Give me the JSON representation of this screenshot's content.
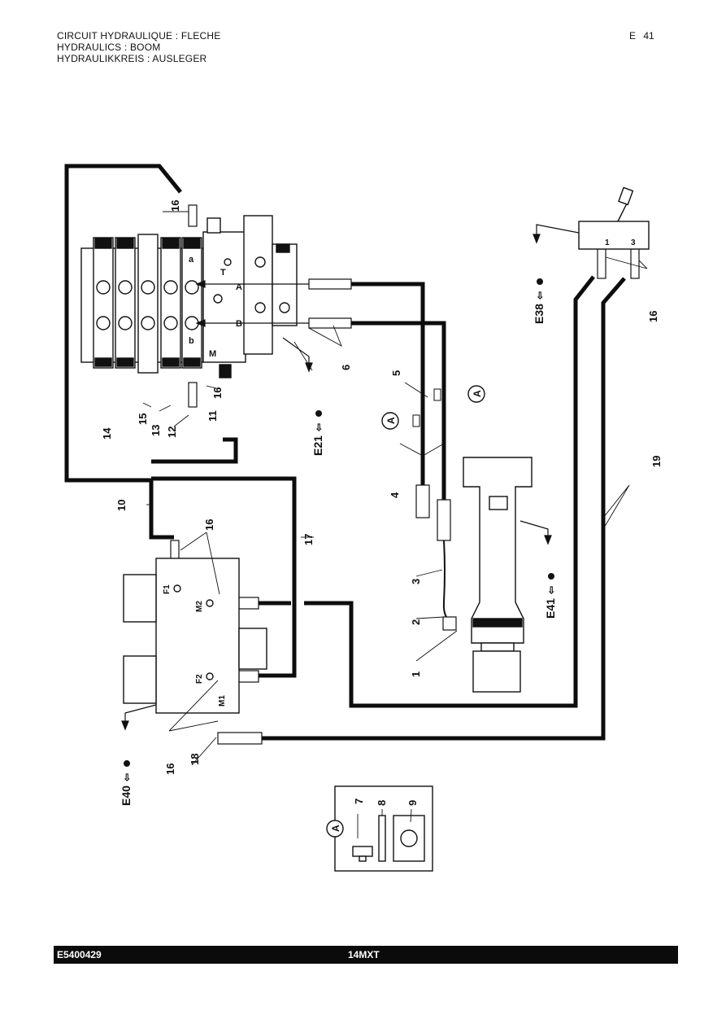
{
  "header": {
    "line1": "CIRCUIT HYDRAULIQUE : FLECHE",
    "line2": "HYDRAULICS : BOOM",
    "line3": "HYDRAULIKKREIS : AUSLEGER",
    "page_ref": "E 41"
  },
  "callouts": {
    "n1": "1",
    "n2": "2",
    "n3": "3",
    "n4": "4",
    "n5": "5",
    "n6": "6",
    "n7": "7",
    "n8": "8",
    "n9": "9",
    "n10": "10",
    "n11": "11",
    "n12": "12",
    "n13": "13",
    "n14": "14",
    "n15": "15",
    "n16": "16",
    "n17": "17",
    "n18": "18",
    "n19": "19"
  },
  "ports": {
    "A": "A",
    "B": "B",
    "T": "T",
    "M": "M",
    "a": "a",
    "b": "b",
    "F1": "F1",
    "F2": "F2",
    "M1": "M1",
    "M2": "M2",
    "valve_1": "1",
    "valve_3": "3"
  },
  "refs": {
    "E21": "E21",
    "E38": "E38",
    "E40": "E40",
    "E41": "E41",
    "detail": "A"
  },
  "footer": {
    "code": "E5400429",
    "model": "14MXT"
  }
}
